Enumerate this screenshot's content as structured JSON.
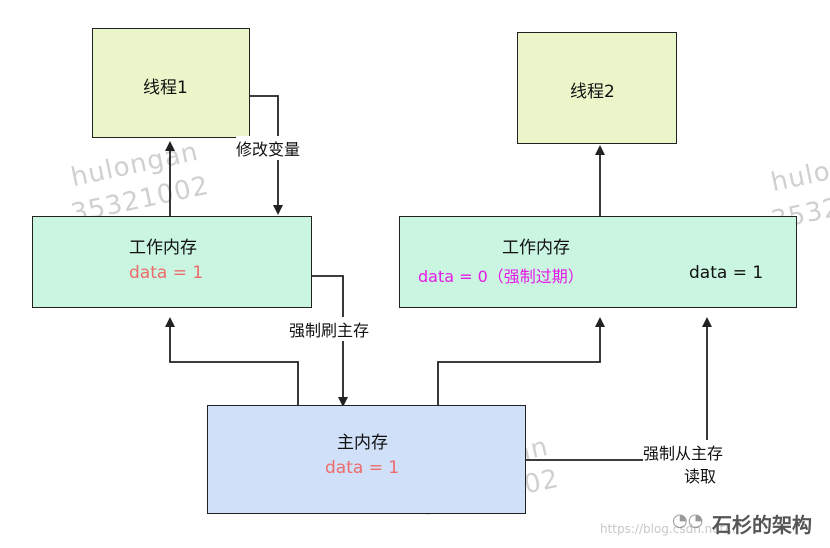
{
  "thread1": {
    "label": "线程1"
  },
  "thread2": {
    "label": "线程2"
  },
  "work_memory_1": {
    "title": "工作内存",
    "value": "data = 1"
  },
  "work_memory_2": {
    "title": "工作内存",
    "value_expired": "data = 0（强制过期）",
    "value_new": "data = 1"
  },
  "main_memory": {
    "title": "主内存",
    "value": "data = 1"
  },
  "edge_labels": {
    "modify": "修改变量",
    "flush": "强制刷主存",
    "reload_line1": "强制从主存",
    "reload_line2": "读取"
  },
  "watermarks": [
    "hulongan",
    "35321002"
  ],
  "footer": {
    "url": "https://blog.csdn.net/...",
    "brand": "石杉的架构"
  },
  "colors": {
    "thread_fill": "#eaf5c9",
    "work_fill": "#c9f5e1",
    "main_fill": "#cfe0f8",
    "value_red": "#ee6b6b",
    "value_magenta": "#e619e6",
    "arrow_fill": "#f08080"
  }
}
